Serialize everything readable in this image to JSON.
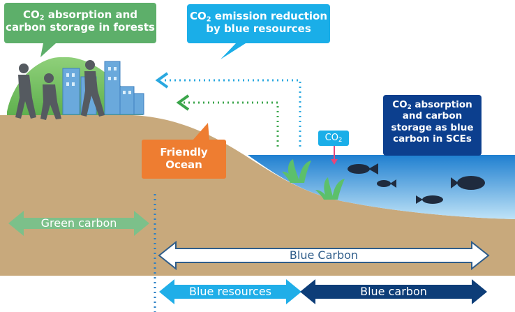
{
  "callouts": {
    "forest": {
      "prefix": "CO",
      "sub": "2",
      "line1_rest": " absorption and",
      "line2": "carbon storage in forests"
    },
    "emission": {
      "prefix": "CO",
      "sub": "2",
      "line1_rest": " emission reduction",
      "line2": "by blue resources"
    },
    "friendly_ocean": {
      "line1": "Friendly",
      "line2": "Ocean"
    },
    "sce": {
      "prefix": "CO",
      "sub": "2",
      "line1_rest": " absorption",
      "line2": "and carbon",
      "line3": "storage as blue",
      "line4": "carbon in SCEs"
    },
    "co2_tag": {
      "prefix": "CO",
      "sub": "2"
    }
  },
  "arrows": {
    "green_carbon": "Green carbon",
    "blue_carbon_upper": "Blue Carbon",
    "blue_resources": "Blue resources",
    "blue_carbon_lower": "Blue carbon"
  },
  "colors": {
    "green_callout": "#5daf6a",
    "light_blue_callout": "#1aaee8",
    "orange_callout": "#ee7d31",
    "navy_callout": "#0c3f8e",
    "sand": "#c8a97c",
    "sea": "#3a8fd6",
    "green_arrow": "#7cc08a",
    "blue_arrow_light": "#20aee8",
    "blue_arrow_dark": "#0d3d78"
  }
}
